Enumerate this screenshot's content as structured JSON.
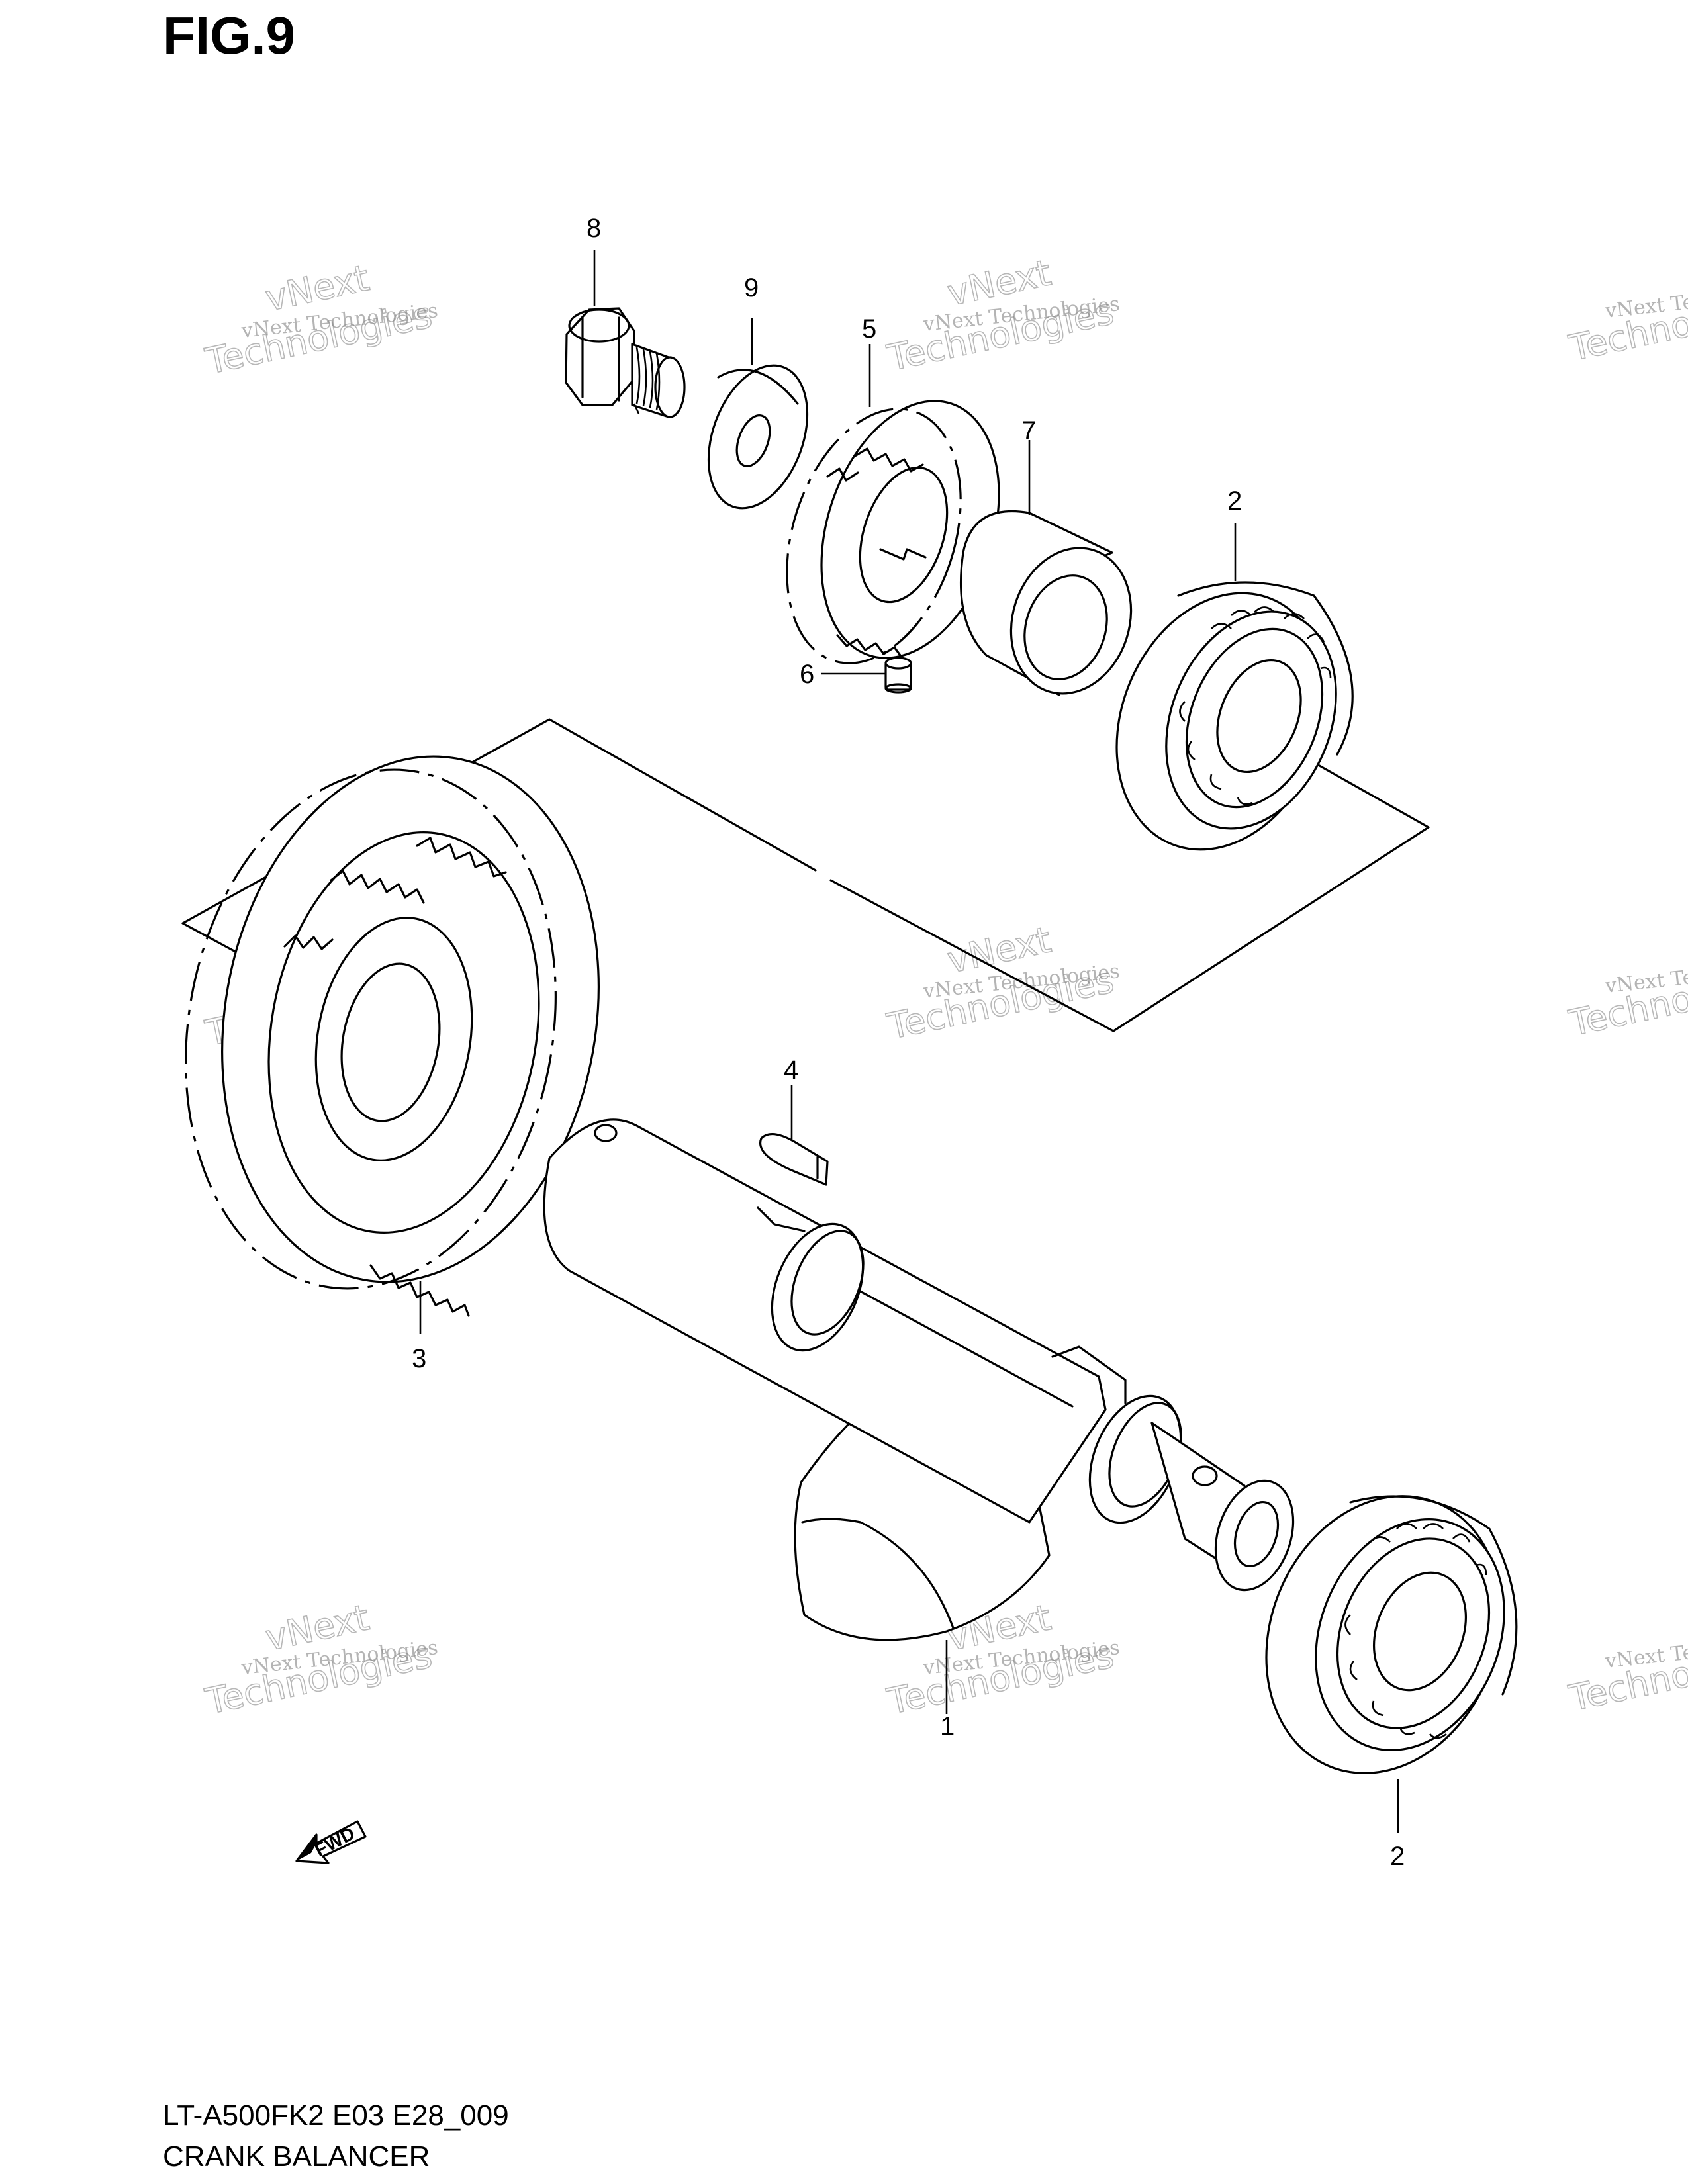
{
  "figure": {
    "title": "FIG.9",
    "model_code": "LT-A500FK2 E03 E28_009",
    "section_name": "CRANK BALANCER"
  },
  "watermark": {
    "line1": "vNext Technologies",
    "line2": "Technologies",
    "line3": "vNext"
  },
  "callouts": {
    "bolt": "8",
    "washer": "9",
    "gear_ring": "5",
    "spacer": "7",
    "bearing_upper": "2",
    "pin": "6",
    "driven_gear": "3",
    "key": "4",
    "balancer_shaft": "1",
    "bearing_lower": "2"
  },
  "fwd_label": "FWD"
}
